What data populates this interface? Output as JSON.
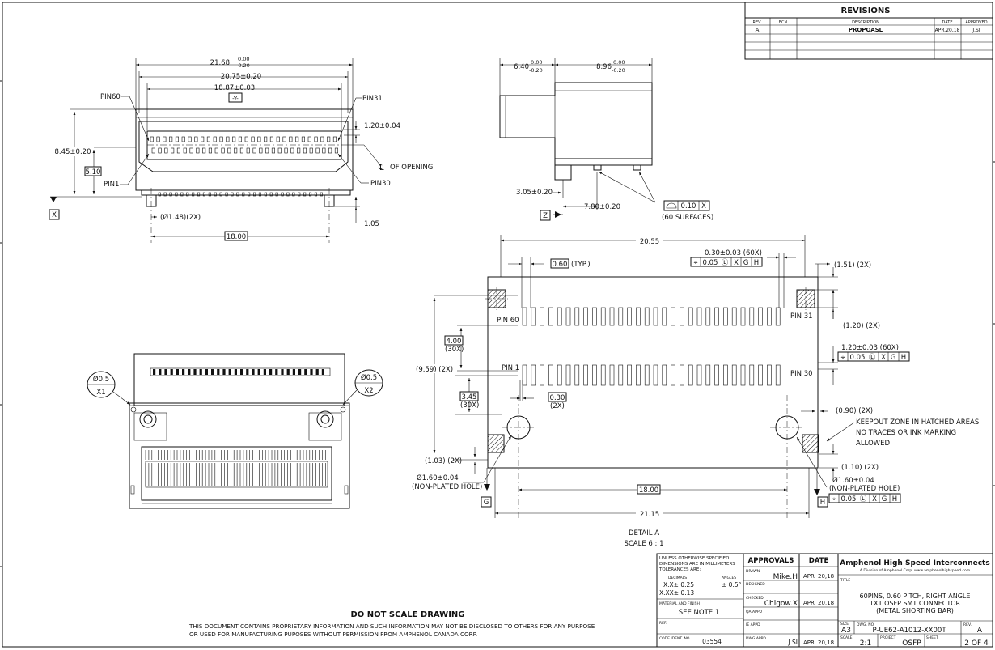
{
  "revisions": {
    "title": "REVISIONS",
    "headers": [
      "REV.",
      "ECN",
      "DESCRIPTION",
      "DATE",
      "APPROVED"
    ],
    "row": {
      "rev": "A",
      "ecn": "",
      "description": "PROPOASL",
      "date": "APR.20,18",
      "approved": "J.SI"
    }
  },
  "front_view": {
    "dim_overall": "21.68",
    "dim_overall_tol_hi": "0.00",
    "dim_overall_tol_lo": "-0.20",
    "dim_body": "20.75±0.20",
    "dim_opening": "18.87±0.03",
    "datum_y": "-Y-",
    "pin60": "PIN60",
    "pin31": "PIN31",
    "pin1": "PIN1",
    "pin30": "PIN30",
    "dim_height": "8.45±0.20",
    "dim_510": "5.10",
    "dim_120": "1.20±0.04",
    "cl_opening": "OF OPENING",
    "cl_symbol": "℄",
    "dim_peg_dia": "(Ø1.48)(2X)",
    "dim_peg_spacing": "18.00",
    "dim_105": "1.05",
    "datum_x": "X"
  },
  "side_view": {
    "dim_left": "6.40",
    "dim_left_tol_hi": "0.00",
    "dim_left_tol_lo": "-0.20",
    "dim_right": "8.96",
    "dim_right_tol_hi": "0.00",
    "dim_right_tol_lo": "-0.20",
    "dim_305": "3.05±0.20",
    "dim_780": "7.80±0.20",
    "datum_z": "Z",
    "flatness_value": "0.10",
    "flatness_datum": "X",
    "flatness_note": "(60 SURFACES)"
  },
  "bottom_view": {
    "label_x1_dia": "Ø0.5",
    "label_x1": "X1",
    "label_x2_dia": "Ø0.5",
    "label_x2": "X2"
  },
  "detail_a": {
    "dim_2055": "20.55",
    "dim_060": "0.60",
    "dim_060_note": "(TYP.)",
    "dim_030_60x": "0.30±0.03 (60X)",
    "fcf_top": [
      "0.05",
      "X",
      "G",
      "H"
    ],
    "fcf_symbol": "⌖",
    "fcf_modifier": "Ⓛ",
    "dim_151": "(1.51) (2X)",
    "dim_120_2x": "(1.20) (2X)",
    "pin60": "PIN 60",
    "pin31": "PIN 31",
    "pin1": "PIN 1",
    "pin30": "PIN 30",
    "dim_400": "4.00",
    "dim_400_note": "(30X)",
    "dim_959": "(9.59) (2X)",
    "dim_120_60x": "1.20±0.03 (60X)",
    "fcf_mid": [
      "0.05",
      "X",
      "G",
      "H"
    ],
    "dim_345": "3.45",
    "dim_345_note": "(30X)",
    "dim_030": "0.30",
    "dim_030_note": "(2X)",
    "dim_090": "(0.90) (2X)",
    "keepout_line1": "KEEPOUT ZONE IN HATCHED AREAS",
    "keepout_line2": "NO TRACES OR INK MARKING",
    "keepout_line3": "ALLOWED",
    "dim_103": "(1.03) (2X)",
    "dim_110": "(1.10) (2X)",
    "hole_left_dia": "Ø1.60±0.04",
    "hole_left_note": "(NON-PLATED HOLE)",
    "hole_right_dia": "Ø1.60±0.04",
    "hole_right_note": "(NON-PLATED HOLE)",
    "fcf_bottom": [
      "0.05",
      "X",
      "G",
      "H"
    ],
    "dim_1800": "18.00",
    "dim_2115": "21.15",
    "datum_g": "G",
    "datum_h": "H",
    "caption_1": "DETAIL A",
    "caption_2": "SCALE 6 : 1"
  },
  "title_block": {
    "tol_line1": "UNLESS OTHERWISE SPECIFIED",
    "tol_line2": "DIMENSIONS ARE IN MILLIMETERS",
    "tol_line3": "TOLERANCES ARE:",
    "decimals_label": "DECIMALS",
    "angles_label": "ANGLES",
    "tol_x": "X.X± 0.25",
    "tol_xx": "X.XX± 0.13",
    "tol_angle": "± 0.5°",
    "material_label": "MATERIAL AND FINISH",
    "material_value": "SEE NOTE 1",
    "ref_label": "REF.",
    "code_label": "CODE IDENT. NO.",
    "code_value": "03554",
    "approvals": "APPROVALS",
    "date_header": "DATE",
    "drawn_label": "DRAWN",
    "drawn_name": "Mike.H",
    "drawn_date": "APR. 20,18",
    "designed_label": "DESIGNED",
    "checked_label": "CHECKED",
    "checked_name": "Chigow.X",
    "checked_date": "APR. 20,18",
    "qa_label": "QA APPD",
    "ie_label": "IE APPD",
    "dwg_label": "DWG APPD",
    "dwg_name": "J.SI",
    "dwg_date": "APR. 20,18",
    "company": "Amphenol High Speed Interconnects",
    "company_sub": "A Division of Amphenol Corp. www.amphenolhighspeed.com",
    "title_label": "TITLE",
    "title_line1": "60PINS, 0.60 PITCH, RIGHT ANGLE",
    "title_line2": "1X1 OSFP SMT CONNECTOR",
    "title_line3": "(METAL SHORTING BAR)",
    "size_label": "SIZE",
    "size_value": "A3",
    "dwgno_label": "DWG. NO.",
    "dwgno_value": "P-UE62-A1012-XX00T",
    "rev_label": "REV.",
    "rev_value": "A",
    "scale_label": "SCALE",
    "scale_value": "2:1",
    "project_label": "PROJECT",
    "project_value": "OSFP",
    "sheet_label": "SHEET",
    "sheet_value": "2 OF 4"
  },
  "notes": {
    "do_not_scale": "DO NOT SCALE DRAWING",
    "proprietary_1": "THIS DOCUMENT CONTAINS PROPRIETARY INFORMATION AND SUCH INFORMATION MAY NOT BE DISCLOSED TO OTHERS FOR ANY PURPOSE",
    "proprietary_2": "OR USED FOR MANUFACTURING PUPOSES WITHOUT PERMISSION FROM AMPHENOL CANADA CORP."
  }
}
